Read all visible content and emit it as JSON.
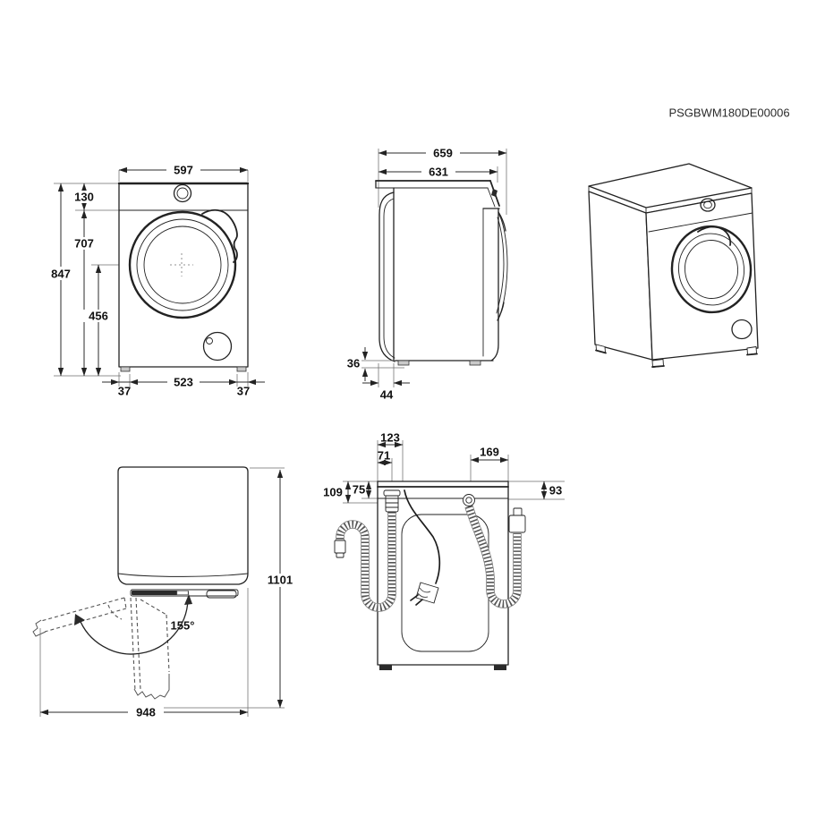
{
  "part_number": "PSGBWM180DE00006",
  "front": {
    "width": "597",
    "height": "847",
    "panel_height": "130",
    "door_zone_height": "707",
    "drum_center_height": "456",
    "left_foot_inset": "37",
    "feet_spacing": "523",
    "right_foot_inset": "37"
  },
  "side": {
    "depth_total": "659",
    "depth_body": "631",
    "rear_gap_height": "36",
    "rear_gap_depth": "44"
  },
  "top_view": {
    "depth_door_open": "1101",
    "width_door_open": "948",
    "door_angle": "155°"
  },
  "rear": {
    "cord_offset": "123",
    "drain_offset": "71",
    "inlet_offset": "169",
    "drain_drop": "109",
    "band_drop": "75",
    "inlet_drop": "93"
  }
}
